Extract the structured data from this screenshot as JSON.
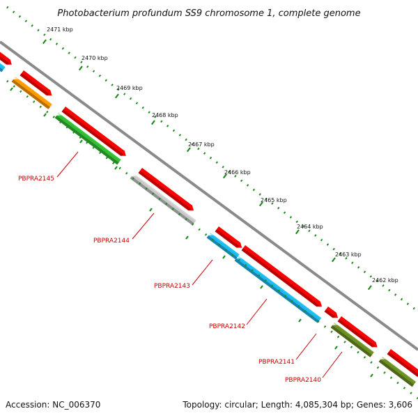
{
  "title": "Photobacterium profundum SS9 chromosome 1, complete genome",
  "footer": {
    "accession": "Accession: NC_006370",
    "summary": "Topology: circular; Length: 4,085,304 bp; Genes: 3,606"
  },
  "colors": {
    "backbone": "#8a8a8a",
    "tick": "#1e8a1e",
    "label_line": "#cc0000",
    "gene_label": "#cc0000",
    "red": "#ff0000",
    "orange": "#ff9900",
    "green": "#33bb33",
    "grey": "#c8c8c8",
    "cyan": "#1fb8f0",
    "olive": "#6b8e23"
  },
  "ticks": [
    {
      "label": "2471 kbp"
    },
    {
      "label": "2470 kbp"
    },
    {
      "label": "2469 kbp"
    },
    {
      "label": "2468 kbp"
    },
    {
      "label": "2467 kbp"
    },
    {
      "label": "2466 kbp"
    },
    {
      "label": "2465 kbp"
    },
    {
      "label": "2464 kbp"
    },
    {
      "label": "2463 kbp"
    },
    {
      "label": "2462 kbp"
    }
  ],
  "gene_labels": [
    {
      "text": "PBPRA2145"
    },
    {
      "text": "PBPRA2144"
    },
    {
      "text": "PBPRA2143"
    },
    {
      "text": "PBPRA2142"
    },
    {
      "text": "PBPRA2141"
    },
    {
      "text": "PBPRA2140"
    }
  ]
}
